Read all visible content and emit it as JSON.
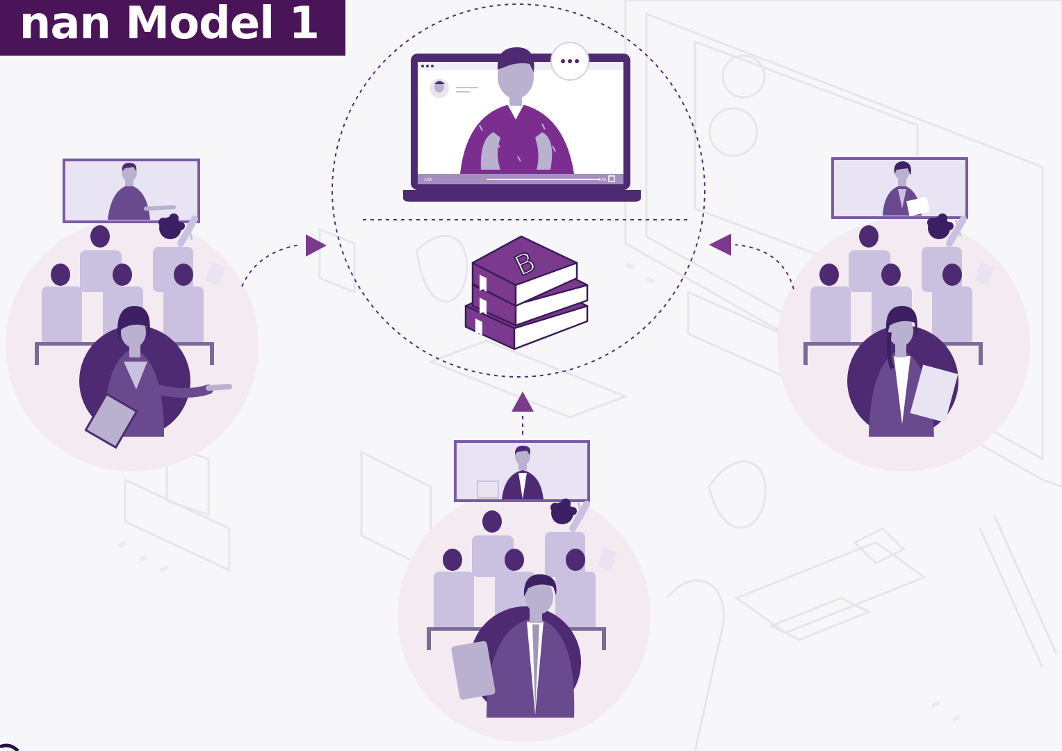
{
  "title": "nan Model 1",
  "colors": {
    "brand": "#4a1458",
    "purple_dark": "#4e2a72",
    "purple_mid": "#6a4a8e",
    "purple_light": "#b8afd2",
    "purple_pale": "#cfc8e2",
    "pink_pale": "#f4eaf2",
    "background": "#f7f7fa",
    "arrow": "#7b3a8e"
  },
  "icons": {
    "hub": "laptop-icon",
    "books": "books-icon",
    "book_letter": "B"
  },
  "screen": {
    "progress_left": "2/16",
    "progress_right": "6:00"
  },
  "nodes": [
    {
      "id": "left",
      "presenter": "female-presenter-icon"
    },
    {
      "id": "bottom",
      "presenter": "male-presenter-icon"
    },
    {
      "id": "right",
      "presenter": "female-reader-icon"
    }
  ]
}
